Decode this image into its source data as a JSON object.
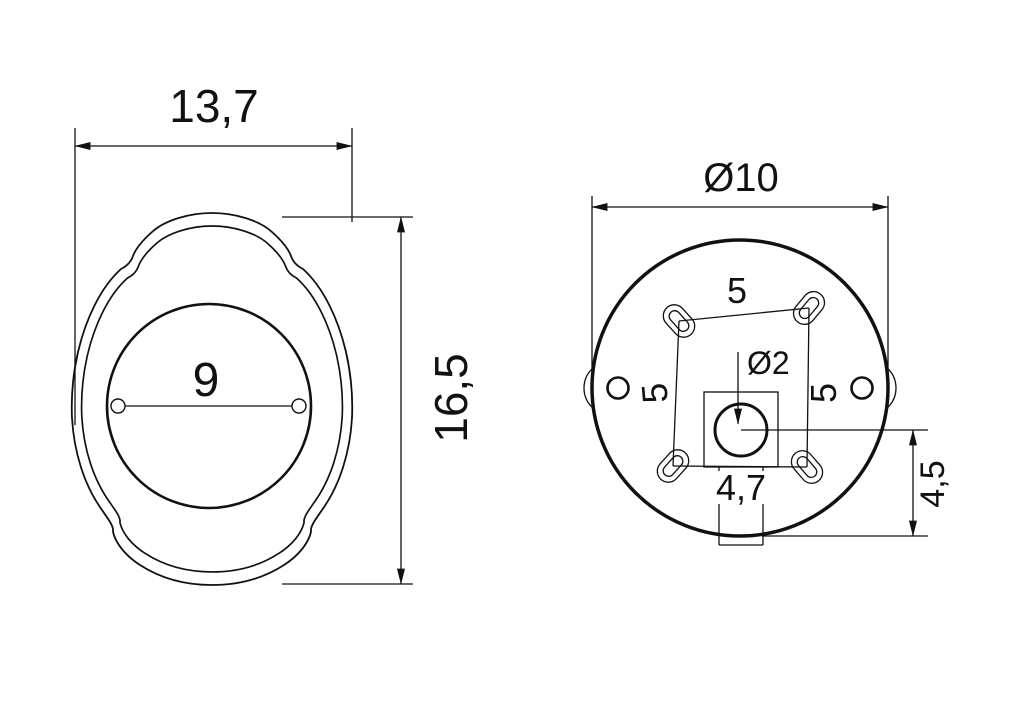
{
  "meta": {
    "colors": {
      "ink": "#111111",
      "background": "#ffffff"
    }
  },
  "drawing": {
    "front_view": {
      "width": "13,7",
      "height": "16,5",
      "bore_width": "9"
    },
    "back_view": {
      "outer_diameter": "Ø10",
      "slot_pitch_top": "5",
      "slot_pitch_left": "5",
      "slot_pitch_right": "5",
      "center_hole_diameter": "Ø2",
      "tab_width": "4,7",
      "center_offset": "4,5"
    }
  }
}
